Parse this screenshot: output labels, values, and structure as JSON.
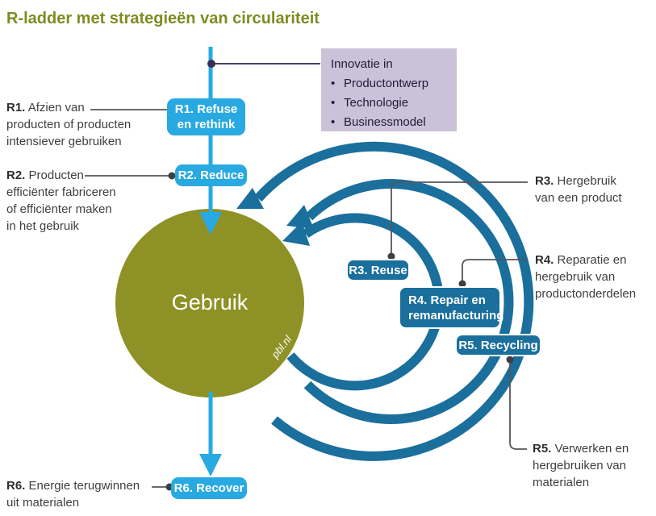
{
  "title": "R-ladder met strategieën van circulariteit",
  "colors": {
    "olive_circle": "#8e9226",
    "title_green": "#7e8c20",
    "light_blue": "#29a9e1",
    "dark_blue": "#1a6f9c",
    "lavender_box": "#c9c2d8",
    "annotation_text": "#3f3f3f",
    "connector_gray": "#55565a",
    "connector_purple": "#4a3d66"
  },
  "center": {
    "label": "Gebruik",
    "watermark": "pbl.nl"
  },
  "innovation": {
    "heading": "Innovatie in",
    "bullet": "•",
    "items": [
      "Productontwerp",
      "Technologie",
      "Businessmodel"
    ]
  },
  "badges": {
    "r1": {
      "lines": [
        "R1. Refuse",
        "en rethink"
      ]
    },
    "r2": {
      "label": "R2. Reduce"
    },
    "r3": {
      "label": "R3. Reuse"
    },
    "r4": {
      "lines": [
        "R4. Repair en",
        "remanufacturing"
      ]
    },
    "r5": {
      "label": "R5. Recycling"
    },
    "r6": {
      "label": "R6. Recover"
    }
  },
  "annotations": {
    "r1": {
      "prefix": "R1.",
      "lines": [
        "Afzien van",
        "producten of producten",
        "intensiever gebruiken"
      ]
    },
    "r2": {
      "prefix": "R2.",
      "lines": [
        "Producten",
        "efficiënter fabriceren",
        "of efficiënter maken",
        "in het gebruik"
      ]
    },
    "r3": {
      "prefix": "R3.",
      "lines": [
        "Hergebruik",
        "van een product"
      ]
    },
    "r4": {
      "prefix": "R4.",
      "lines": [
        "Reparatie en",
        "hergebruik van",
        "productonderdelen"
      ]
    },
    "r5": {
      "prefix": "R5.",
      "lines": [
        "Verwerken en",
        "hergebruiken van",
        "materialen"
      ]
    },
    "r6": {
      "prefix": "R6.",
      "lines": [
        "Energie terugwinnen",
        "uit materialen"
      ]
    }
  }
}
